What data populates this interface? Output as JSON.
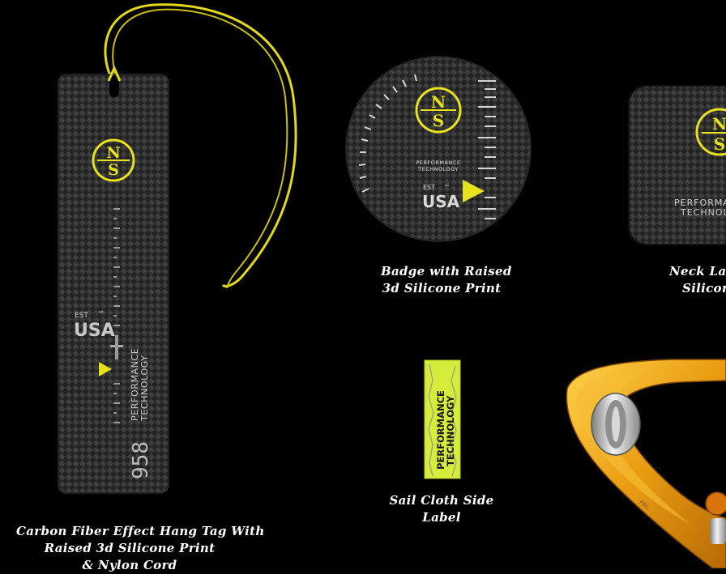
{
  "brand": {
    "monogram_top": "N",
    "monogram_bottom": "S",
    "est": "EST",
    "country": "USA",
    "tm": "℠",
    "tagline_line1": "PERFORMANCE",
    "tagline_line2": "TECHNOLOGY",
    "tag_number": "958",
    "accent_color": "#e8e21c",
    "carbon_color": "#2a2a2a"
  },
  "captions": {
    "hang_tag": [
      "Carbon Fiber Effect Hang Tag With",
      "Raised 3d Silicone Print",
      "& Nylon Cord"
    ],
    "badge": [
      "Badge with Raised",
      "3d Silicone Print"
    ],
    "neck_label": [
      "Neck Label",
      "Silicone"
    ],
    "sail_label": [
      "Sail Cloth Side",
      "Label"
    ]
  },
  "neck_label_text": {
    "line1": "PERFORMANCE",
    "line2": "TECHNOLOGY"
  },
  "pulley": {
    "mark": "PAL"
  }
}
